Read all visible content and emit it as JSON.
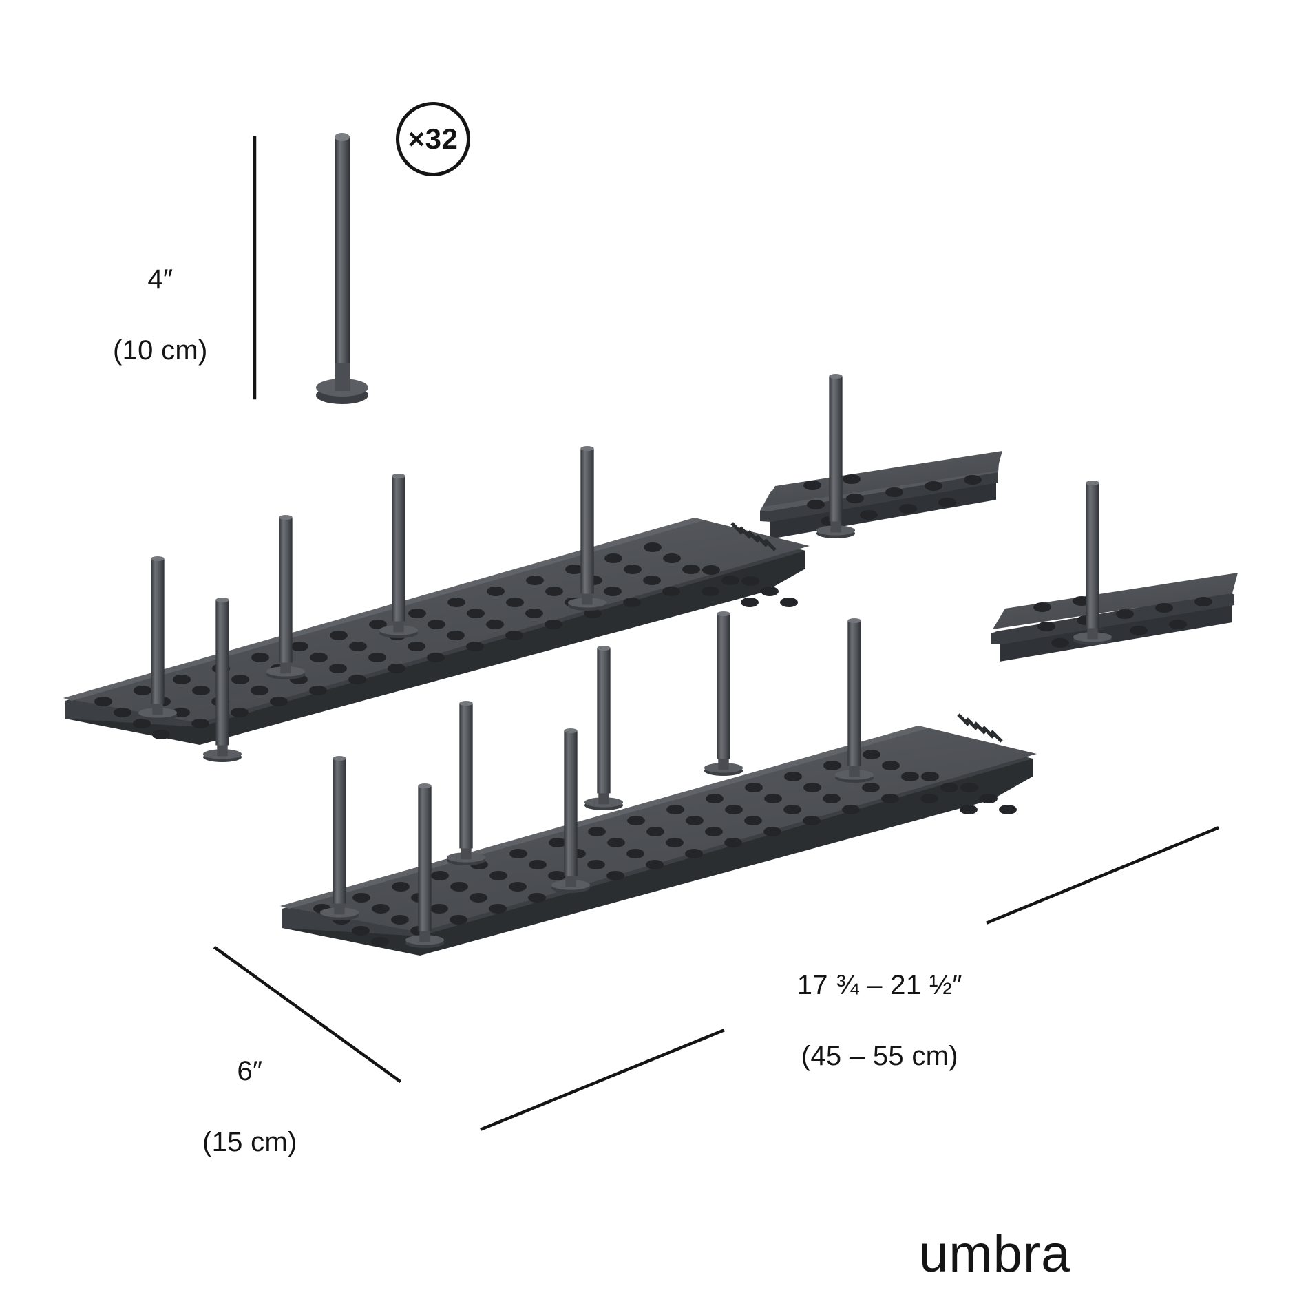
{
  "product": {
    "brand": "umbra",
    "description": "Expandable peg drying rack diagram with two perforated grey boards, removable pegs and interlocking extension arms"
  },
  "annotations": {
    "peg_height": {
      "imperial": "4″",
      "metric": "(10 cm)",
      "name": "peg-height-dimension"
    },
    "quantity_badge": {
      "label": "×32",
      "name": "peg-quantity-badge"
    },
    "depth": {
      "imperial": "6″",
      "metric": "(15 cm)",
      "name": "depth-dimension"
    },
    "width": {
      "imperial": "17 ¾ – 21 ½″",
      "metric": "(45 – 55 cm)",
      "name": "width-dimension"
    }
  },
  "colors": {
    "background": "#ffffff",
    "line": "#141414",
    "board_top": "#4d5054",
    "board_top_light": "#5b5e63",
    "board_side": "#3a3d41",
    "board_edge": "#2e3134",
    "hole": "#24262a",
    "peg_light": "#6a6d72",
    "peg_dark": "#3c3f43",
    "text": "#141414"
  }
}
